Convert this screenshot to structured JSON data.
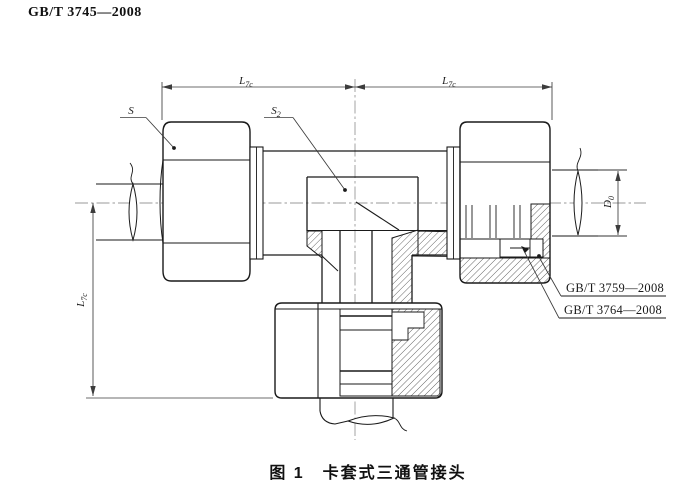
{
  "header": {
    "standard_number": "GB/T 3745—2008"
  },
  "figure": {
    "caption": "图 1　卡套式三通管接头"
  },
  "dimension_labels": {
    "top_left": {
      "base": "L",
      "sub": "7c"
    },
    "top_right": {
      "base": "L",
      "sub": "7c"
    },
    "left_vertical": {
      "base": "L",
      "sub": "7c"
    },
    "tube_od_right": {
      "base": "D",
      "sub": "0"
    }
  },
  "part_labels": {
    "nut_width_across_flats": {
      "base": "S",
      "sub": ""
    },
    "body_width_across_flats": {
      "base": "S",
      "sub": "2"
    }
  },
  "reference_callouts": {
    "nut_standard": "GB/T 3759—2008",
    "ferrule_standard": "GB/T 3764—2008"
  },
  "colors": {
    "line": "#1a1a1a",
    "centerline": "#9a9a9a",
    "dimension": "#3c3c3c",
    "background": "#ffffff"
  }
}
